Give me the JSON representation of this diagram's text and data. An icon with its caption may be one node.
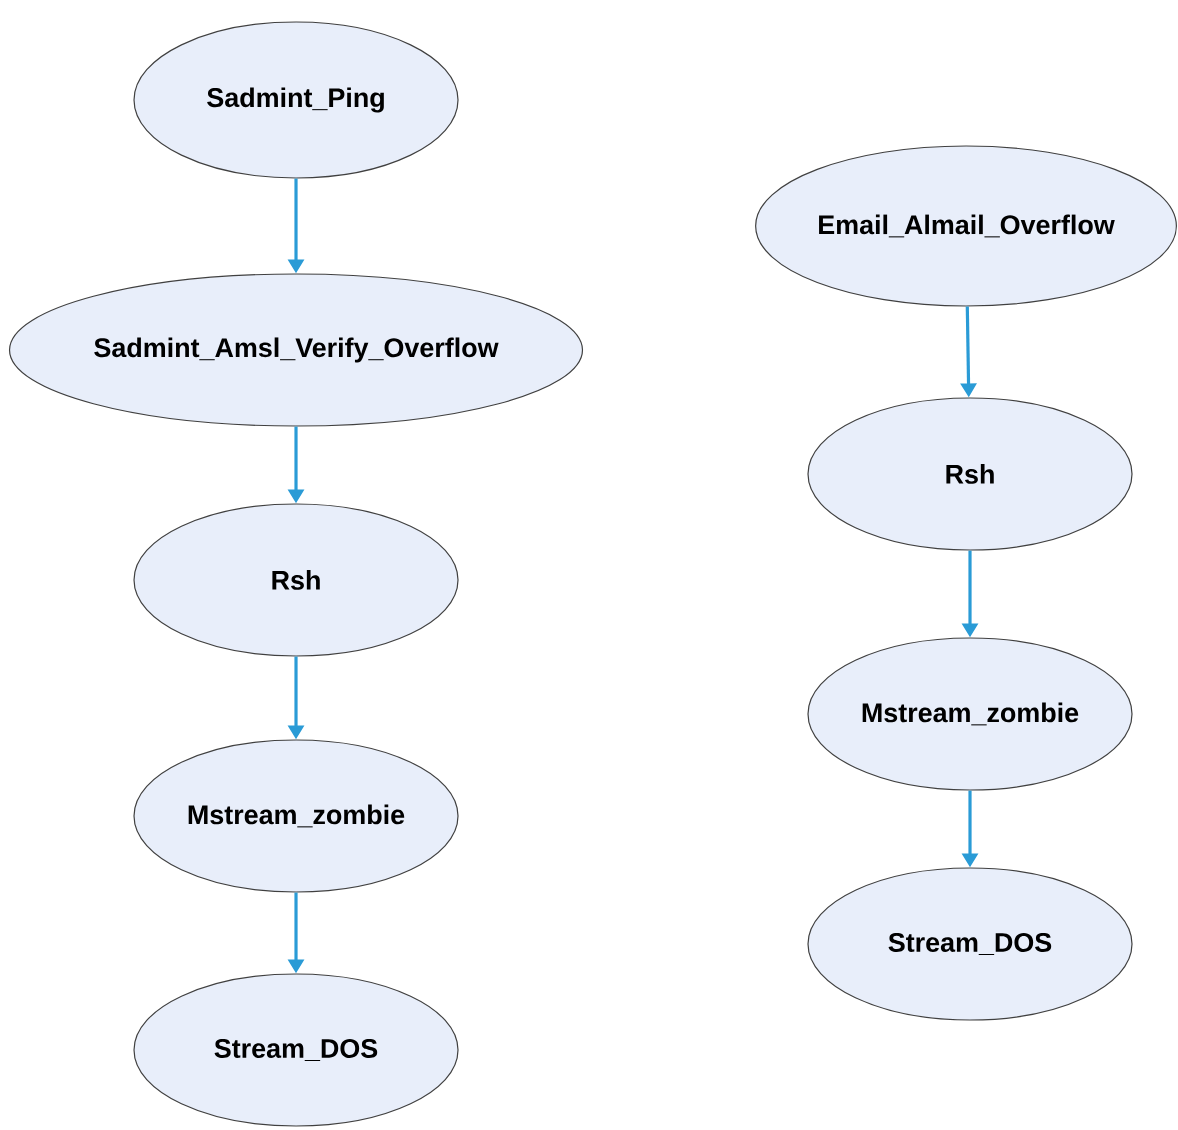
{
  "diagram": {
    "nodes": [
      {
        "text": [
          "Sadmint_Ping"
        ]
      },
      {
        "text": [
          "Sadmint_Amsl_Verify_Overflow"
        ]
      },
      {
        "text": [
          "Rsh"
        ]
      },
      {
        "text": [
          "Mstream_zombie"
        ]
      },
      {
        "text": [
          "Stream_DOS"
        ]
      },
      {
        "text": [
          "Email_Almail_Overflow"
        ]
      },
      {
        "text": [
          "Rsh"
        ]
      },
      {
        "text": [
          "Mstream_zombie"
        ]
      },
      {
        "text": [
          "Stream_DOS"
        ]
      }
    ],
    "edges": [
      {
        "from": 0,
        "to": 1,
        "arrow": "to"
      },
      {
        "from": 1,
        "to": 2,
        "arrow": "to"
      },
      {
        "from": 2,
        "to": 3,
        "arrow": "to"
      },
      {
        "from": 3,
        "to": 4,
        "arrow": "to"
      },
      {
        "from": 5,
        "to": 6,
        "arrow": "to"
      },
      {
        "from": 6,
        "to": 7,
        "arrow": "to"
      },
      {
        "from": 7,
        "to": 8,
        "arrow": "to"
      }
    ]
  }
}
